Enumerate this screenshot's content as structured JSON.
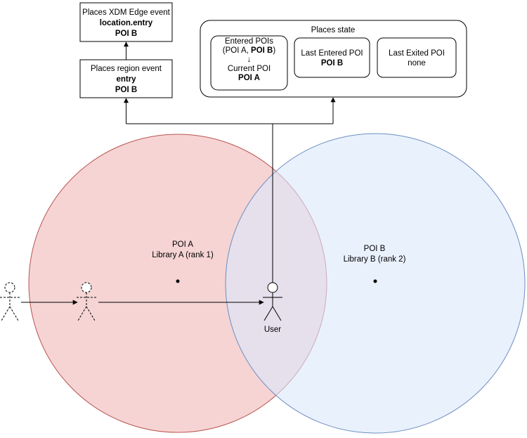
{
  "colors": {
    "poi_a_fill": "#f4cccc",
    "poi_a_stroke": "#b85450",
    "poi_b_fill": "#dae8fc",
    "poi_b_stroke": "#6c8ebf",
    "line": "#000000"
  },
  "edge_event": {
    "line1": "Places XDM Edge event",
    "line2": "location.entry",
    "line3": "POI B"
  },
  "region_event": {
    "line1": "Places region event",
    "line2": "entry",
    "line3": "POI B"
  },
  "places_state": {
    "title": "Places state",
    "entered": {
      "line1": "Entered POIs",
      "line2_prefix": "(POI A, ",
      "line2_bold": "POI B",
      "line2_suffix": ")",
      "arrow": "↓",
      "line4": "Current POI",
      "line5": "POI A"
    },
    "last_entered": {
      "label": "Last Entered POI",
      "value": "POI B"
    },
    "last_exited": {
      "label": "Last Exited POI",
      "value": "none"
    }
  },
  "poi_a": {
    "name": "POI A",
    "library": "Library A (rank 1)"
  },
  "poi_b": {
    "name": "POI B",
    "library": "Library B (rank 2)"
  },
  "user": {
    "label": "User"
  }
}
